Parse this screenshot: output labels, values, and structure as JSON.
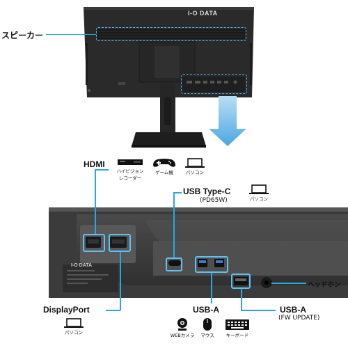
{
  "speaker_label": "スピーカー",
  "brand": "I-O DATA",
  "hdmi": {
    "label": "HDMI",
    "devices": [
      {
        "icon": "recorder-icon",
        "caption_line1": "ハイビジョン",
        "caption_line2": "レコーダー"
      },
      {
        "icon": "gamepad-icon",
        "caption_line1": "ゲーム機",
        "caption_line2": ""
      },
      {
        "icon": "laptop-icon",
        "caption_line1": "パソコン",
        "caption_line2": ""
      }
    ]
  },
  "usbc": {
    "label": "USB Type-C",
    "sub": "(PD65W)",
    "device_caption": "パソコン",
    "icon": "laptop-icon"
  },
  "displayport": {
    "label": "DisplayPort",
    "device_caption": "パソコン",
    "icon": "laptop-icon"
  },
  "usba": {
    "label": "USB-A",
    "devices": [
      {
        "icon": "webcam-icon",
        "caption": "WEBカメラ"
      },
      {
        "icon": "mouse-icon",
        "caption": "マウス"
      },
      {
        "icon": "keyboard-icon",
        "caption": "キーボード"
      }
    ]
  },
  "usba_fw": {
    "label": "USB-A",
    "sub": "(FW UPDATE)"
  },
  "headphone": {
    "label": "ヘッドホン"
  },
  "colors": {
    "accent": "#29a7e0",
    "arrow": "#5ab8e8",
    "panel": "#3a3a3a"
  }
}
